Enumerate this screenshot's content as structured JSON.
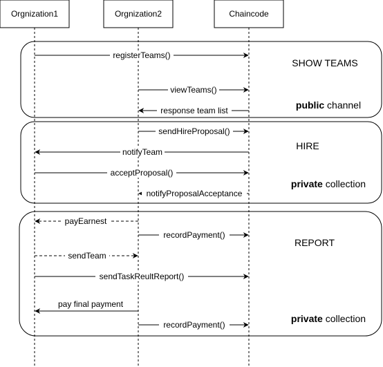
{
  "participants": [
    {
      "name": "Orgnization1"
    },
    {
      "name": "Orgnization2"
    },
    {
      "name": "Chaincode"
    }
  ],
  "groups": [
    {
      "title": "SHOW TEAMS",
      "footer_bold": "public",
      "footer_rest": " channel"
    },
    {
      "title": "HIRE",
      "footer_bold": "private",
      "footer_rest": " collection"
    },
    {
      "title": "REPORT",
      "footer_bold": "private",
      "footer_rest": " collection"
    }
  ],
  "messages": [
    {
      "label": "registerTeams()",
      "from": 0,
      "to": 2,
      "style": "solid"
    },
    {
      "label": "viewTeams()",
      "from": 1,
      "to": 2,
      "style": "solid"
    },
    {
      "label": "response team list",
      "from": 2,
      "to": 1,
      "style": "solid"
    },
    {
      "label": "sendHireProposal()",
      "from": 1,
      "to": 2,
      "style": "solid"
    },
    {
      "label": "notifyTeam",
      "from": 2,
      "to": 0,
      "style": "solid"
    },
    {
      "label": "acceptProposal()",
      "from": 0,
      "to": 2,
      "style": "solid"
    },
    {
      "label": "notifyProposalAcceptance",
      "from": 2,
      "to": 1,
      "style": "solid"
    },
    {
      "label": "payEarnest",
      "from": 1,
      "to": 0,
      "style": "dashed"
    },
    {
      "label": "recordPayment()",
      "from": 1,
      "to": 2,
      "style": "solid"
    },
    {
      "label": "sendTeam",
      "from": 0,
      "to": 1,
      "style": "dashed"
    },
    {
      "label": "sendTaskReultReport()",
      "from": 0,
      "to": 2,
      "style": "solid"
    },
    {
      "label": "pay final payment",
      "from": 1,
      "to": 0,
      "style": "solid"
    },
    {
      "label": "recordPayment()",
      "from": 1,
      "to": 2,
      "style": "solid"
    }
  ]
}
